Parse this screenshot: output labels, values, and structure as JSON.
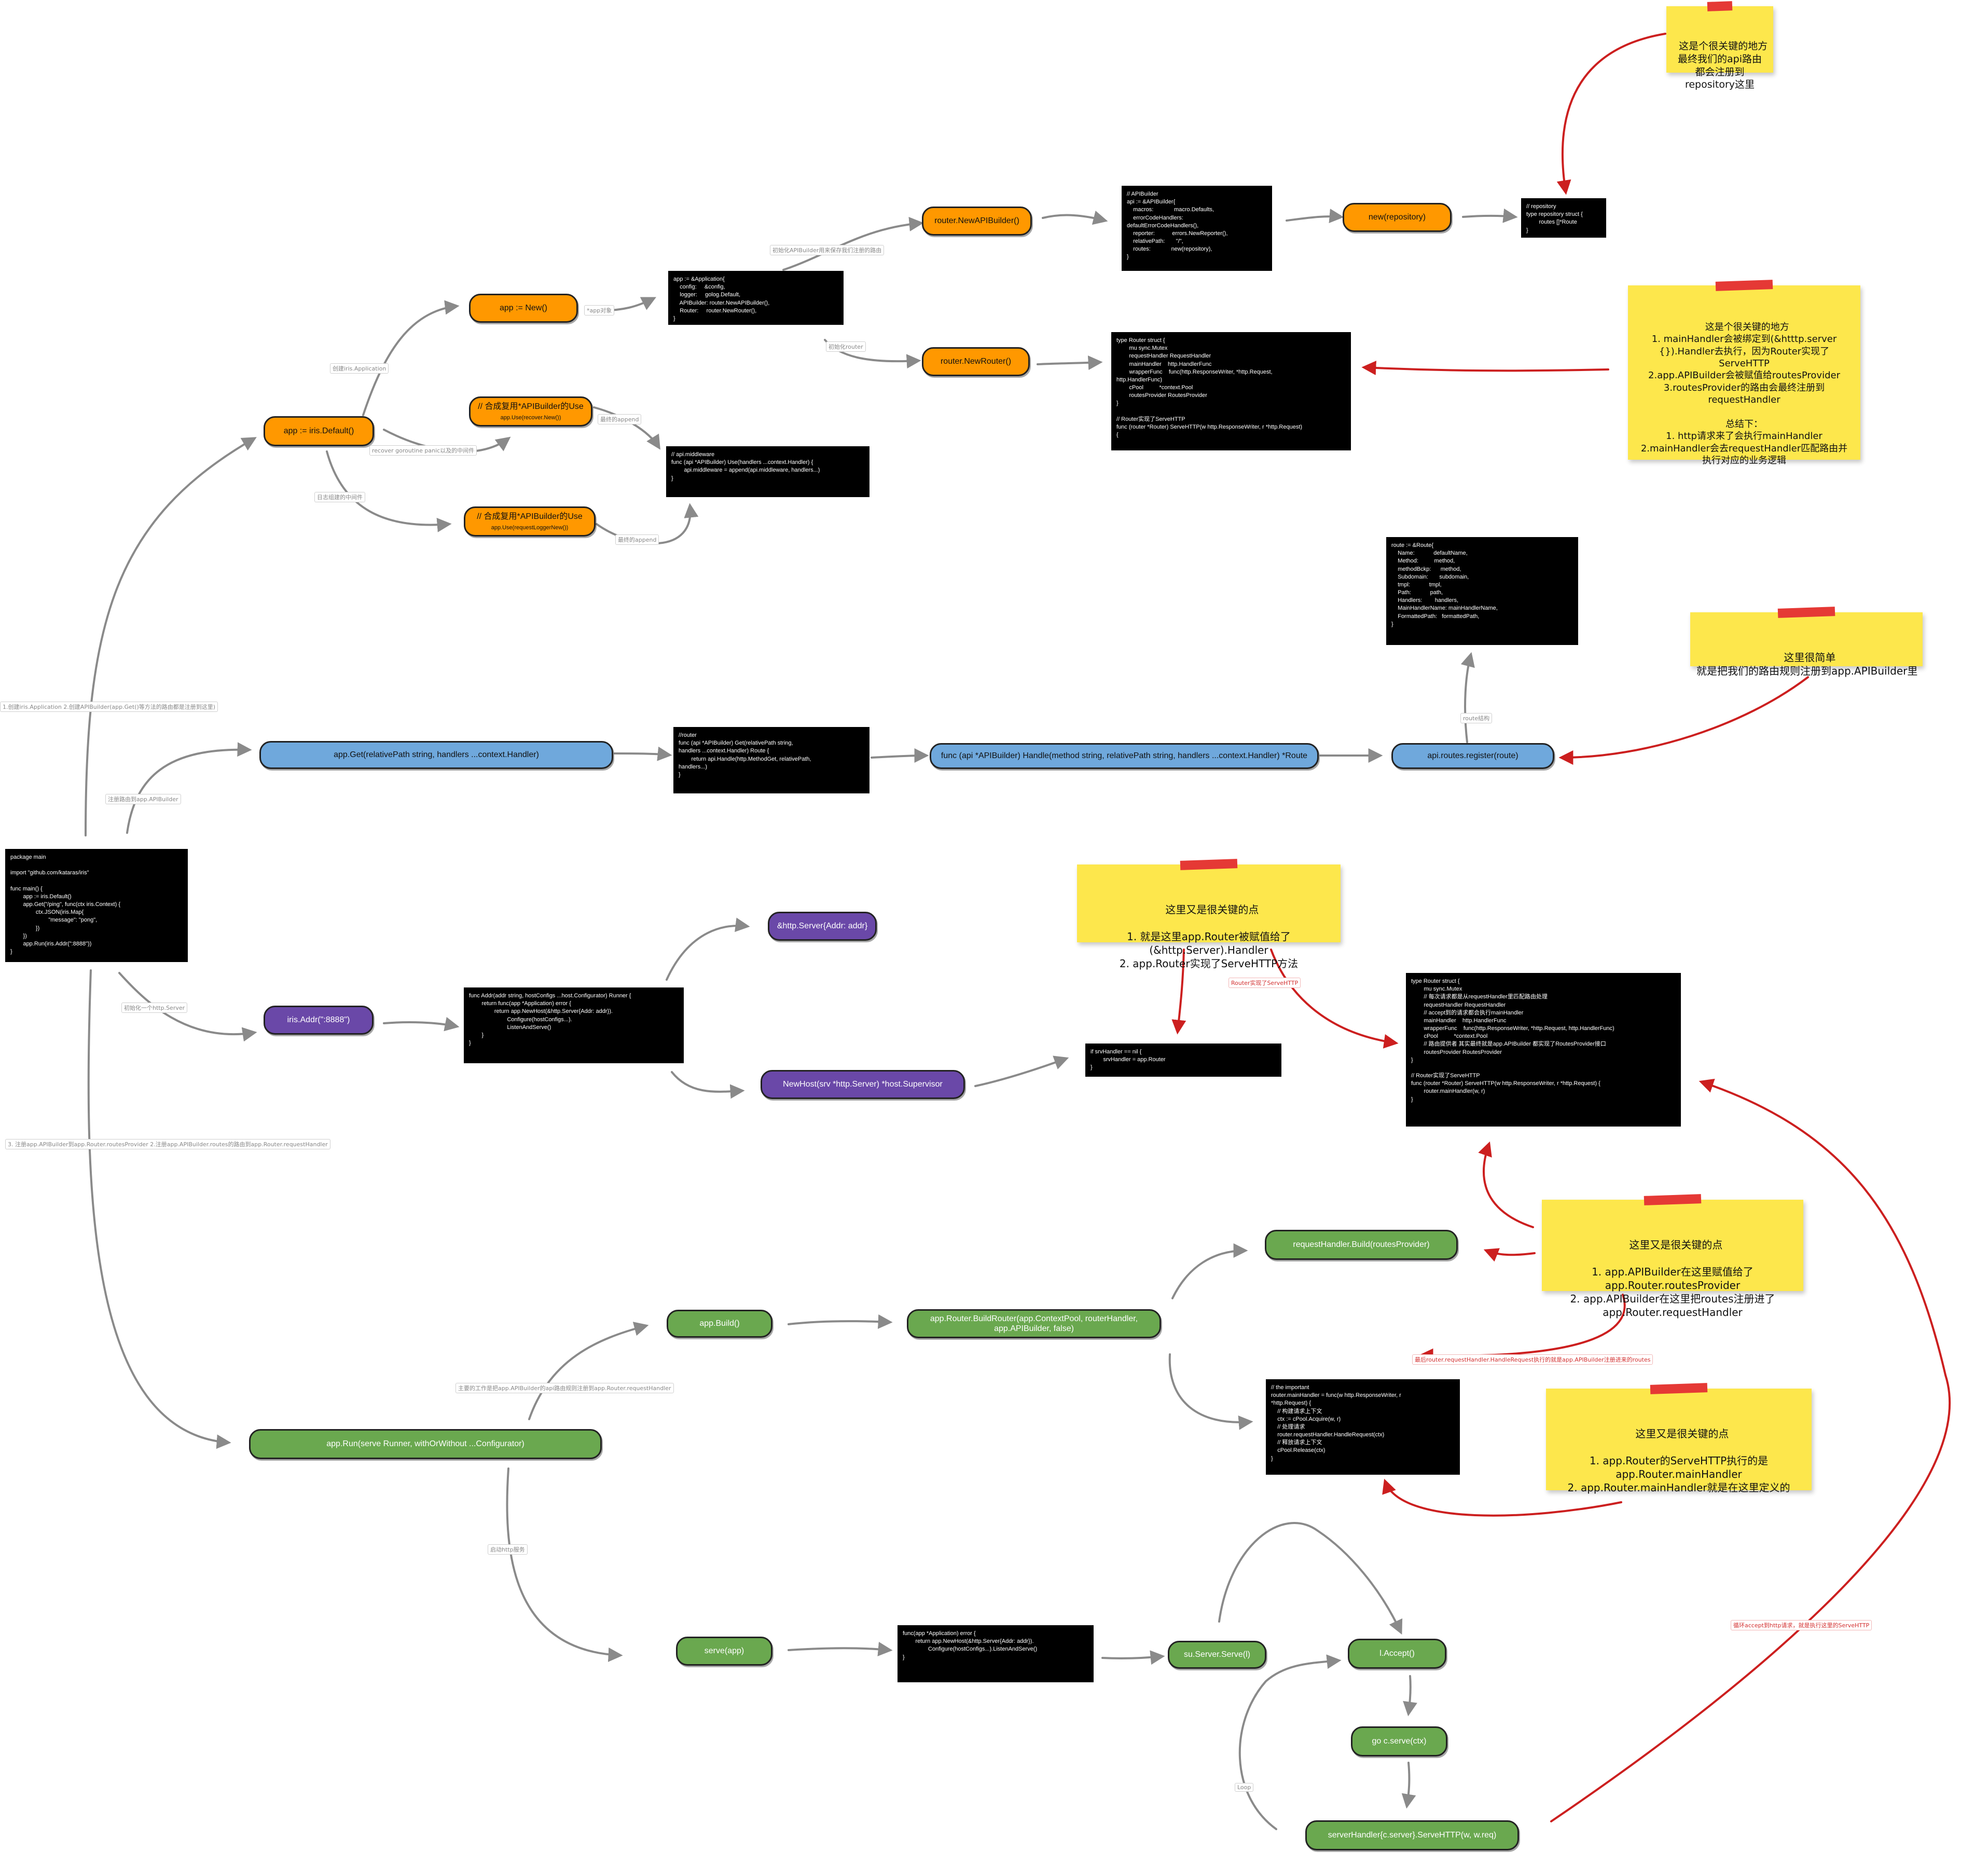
{
  "nodes": {
    "iris_default": "app := iris.Default()",
    "app_new": "app := New()",
    "new_api_builder": "router.NewAPIBuilder()",
    "new_repository": "new(repository)",
    "new_router": "router.NewRouter()",
    "use_recover_title": "// 合成复用*APIBuilder的Use",
    "use_recover_sub": "app.Use(recover.New())",
    "use_logger_title": "// 合成复用*APIBuilder的Use",
    "use_logger_sub": "app.Use(requestLoggerNew())",
    "app_get": "app.Get(relativePath string, handlers ...context.Handler)",
    "api_handle": "func (api *APIBuilder) Handle(method string, relativePath string, handlers ...context.Handler) *Route",
    "routes_register": "api.routes.register(route)",
    "iris_addr": "iris.Addr(\":8888\")",
    "http_server": "&http.Server{Addr: addr}",
    "new_host": "NewHost(srv *http.Server) *host.Supervisor",
    "app_build": "app.Build()",
    "app_run": "app.Run(serve Runner, withOrWithout ...Configurator)",
    "build_router": "app.Router.BuildRouter(app.ContextPool, routerHandler, app.APIBuilder, false)",
    "request_handler_build": "requestHandler.Build(routesProvider)",
    "serve_app": "serve(app)",
    "su_serve": "su.Server.Serve(l)",
    "l_accept": "l.Accept()",
    "go_serve": "go c.serve(ctx)",
    "server_handler": "serverHandler{c.server}.ServeHTTP(w, w.req)"
  },
  "code": {
    "main": "package main\n\nimport \"github.com/kataras/iris\"\n\nfunc main() {\n        app := iris.Default()\n        app.Get(\"/ping\", func(ctx iris.Context) {\n                ctx.JSON(iris.Map{\n                        \"message\": \"pong\",\n                })\n        })\n        app.Run(iris.Addr(\":8888\"))\n}",
    "application": "app := &Application{\n    config:     &config,\n    logger:     golog.Default,\n    APIBuilder: router.NewAPIBuilder(),\n    Router:     router.NewRouter(),\n}",
    "api_builder": "// APIBuilder\napi := &APIBuilder{\n    macros:             macro.Defaults,\n    errorCodeHandlers:\ndefaultErrorCodeHandlers(),\n    reporter:           errors.NewReporter(),\n    relativePath:       \"/\",\n    routes:             new(repository),\n}",
    "repository": "// repository\ntype repository struct {\n        routes []*Route\n}",
    "router_struct": "type Router struct {\n        mu sync.Mutex\n        requestHandler RequestHandler\n        mainHandler    http.HandlerFunc\n        wrapperFunc    func(http.ResponseWriter, *http.Request,\nhttp.HandlerFunc)\n        cPool          *context.Pool\n        routesProvider RoutesProvider\n}\n\n// Router实现了ServeHTTP\nfunc (router *Router) ServeHTTP(w http.ResponseWriter, r *http.Request)\n{",
    "middleware": "// api.middleware\nfunc (api *APIBuilder) Use(handlers ...context.Handler) {\n        api.middleware = append(api.middleware, handlers...)\n}",
    "route": "route := &Route{\n    Name:            defaultName,\n    Method:          method,\n    methodBckp:      method,\n    Subdomain:       subdomain,\n    tmpl:            tmpl,\n    Path:            path,\n    Handlers:        handlers,\n    MainHandlerName: mainHandlerName,\n    FormattedPath:   formattedPath,\n}",
    "get_func": "//router\nfunc (api *APIBuilder) Get(relativePath string,\nhandlers ...context.Handler) Route {\n        return api.Handle(http.MethodGet, relativePath,\nhandlers...)\n}",
    "addr_func": "func Addr(addr string, hostConfigs ...host.Configurator) Runner {\n        return func(app *Application) error {\n                return app.NewHost(&http.Server{Addr: addr}).\n                        Configure(hostConfigs...).\n                        ListenAndServe()\n        }\n}",
    "srv_handler": "if srvHandler == nil {\n        srvHandler = app.Router\n}",
    "router_struct2": "type Router struct {\n        mu sync.Mutex\n        // 每次请求都是从requestHandler里匹配路由处理\n        requestHandler RequestHandler\n        // accept到的请求都会执行mainHandler\n        mainHandler    http.HandlerFunc\n        wrapperFunc    func(http.ResponseWriter, *http.Request, http.HandlerFunc)\n        cPool          *context.Pool\n        // 路由提供者 其实最终就是app.APIBuilder 都实现了RoutesProvider接口\n        routesProvider RoutesProvider\n}\n\n// Router实现了ServeHTTP\nfunc (router *Router) ServeHTTP(w http.ResponseWriter, r *http.Request) {\n        router.mainHandler(w, r)\n}",
    "main_handler": "// the important\nrouter.mainHandler = func(w http.ResponseWriter, r\n*http.Request) {\n    // 构建请求上下文\n    ctx := cPool.Acquire(w, r)\n    // 处理请求\n    router.requestHandler.HandleRequest(ctx)\n    // 释放请求上下文\n    cPool.Release(ctx)\n}",
    "serve_func": "func(app *Application) error {\n        return app.NewHost(&http.Server{Addr: addr}).\n                Configure(hostConfigs...).ListenAndServe()\n}"
  },
  "notes": {
    "repo": "这是个很关键的地方\n最终我们的api路由\n都会注册到\nrepository这里",
    "router": "这是个很关键的地方\n1. mainHandler会被绑定到(&htttp.server\n{}).Handler去执行，因为Router实现了\nServeHTTP\n2.app.APIBuilder会被赋值给routesProvider\n3.routesProvider的路由会最终注册到\nrequestHandler\n\n总结下：\n1. http请求来了会执行mainHandler\n2.mainHandler会去requestHandler匹配路由并\n执行对应的业务逻辑",
    "simple": "这里很简单\n就是把我们的路由规则注册到app.APIBuilder里",
    "handler": "这里又是很关键的点\n\n1. 就是这里app.Router被赋值给了\n(&http.Server).Handler\n2. app.Router实现了ServeHTTP方法",
    "build": "这里又是很关键的点\n\n1. app.APIBuilder在这里赋值给了\napp.Router.routesProvider\n2. app.APIBuilder在这里把routes注册进了\napp.Router.requestHandler",
    "main_handler": "这里又是很关键的点\n\n1. app.Router的ServeHTTP执行的是\napp.Router.mainHandler\n2. app.Router.mainHandler就是在这里定义的"
  },
  "labels": {
    "create_app": "创建iris.Application",
    "app_object": "*app对象",
    "init_api_builder": "初始化APIBuilder用来保存我们注册的路由",
    "init_router": "初始化router",
    "recover": "recover goroutine panic以及的中间件",
    "logger": "日志组建的中间件",
    "append1": "最终的append",
    "append2": "最终的append",
    "route_struct": "route结构",
    "register_route": "注册路由到app.APIBuilder",
    "step1": "1.创建iris.Application 2.创建APIBuilder(app.Get()等方法的路由都是注册到这里)",
    "init_server": "初始化一个http.Server",
    "step3": "3. 注册app.APIBuilder到app.Router.routesProvider 2.注册app.APIBuilder.routes的路由到app.Router.requestHandler",
    "main_work": "主要的工作是把app.APIBuilder的api路由规则注册到app.Router.requestHandler",
    "start_http": "启动http服务",
    "router_serve": "Router实现了ServeHTTP",
    "handle_request": "最后router.requestHandler.HandleRequest执行的就是app.APIBuilder注册进来的routes",
    "loop_accept": "循环accept到http请求，就是执行这里的ServeHTTP",
    "loop": "Loop"
  }
}
